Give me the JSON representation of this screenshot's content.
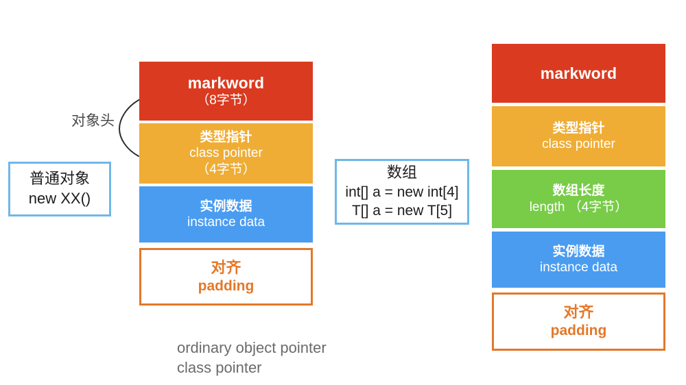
{
  "diagram": {
    "title": "JVM object memory layout",
    "colors": {
      "markword": "#DA3B20",
      "class_pointer": "#EFAD35",
      "array_length": "#78CC48",
      "instance_data": "#4A9CF0",
      "padding_border": "#E3782A",
      "callout_border": "#6FB7E8",
      "caption_text": "#6B6B6B",
      "label_text": "#4A4A4A",
      "background": "#FFFFFF"
    },
    "object_head_label": "对象头",
    "ordinary_object": {
      "callout": {
        "line1": "普通对象",
        "line2": "new XX()"
      },
      "blocks": [
        {
          "name": "markword",
          "line1": "markword",
          "line2": "（8字节）",
          "line3": ""
        },
        {
          "name": "class-pointer",
          "line1": "类型指针",
          "line2": "class pointer",
          "line3": "（4字节）"
        },
        {
          "name": "instance-data",
          "line1": "实例数据",
          "line2": "instance data",
          "line3": ""
        },
        {
          "name": "padding",
          "line1": "对齐",
          "line2": "padding",
          "line3": ""
        }
      ]
    },
    "array_object": {
      "callout": {
        "line1": "数组",
        "line2": "int[] a = new int[4]",
        "line3": "T[] a = new T[5]"
      },
      "blocks": [
        {
          "name": "markword",
          "line1": "markword",
          "line2": "",
          "line3": ""
        },
        {
          "name": "class-pointer",
          "line1": "类型指针",
          "line2": "class pointer",
          "line3": ""
        },
        {
          "name": "array-length",
          "line1": "数组长度",
          "line2": "length （4字节）",
          "line3": ""
        },
        {
          "name": "instance-data",
          "line1": "实例数据",
          "line2": "instance data",
          "line3": ""
        },
        {
          "name": "padding",
          "line1": "对齐",
          "line2": "padding",
          "line3": ""
        }
      ]
    },
    "caption": {
      "line1": "ordinary object pointer",
      "line2": "class pointer"
    }
  }
}
